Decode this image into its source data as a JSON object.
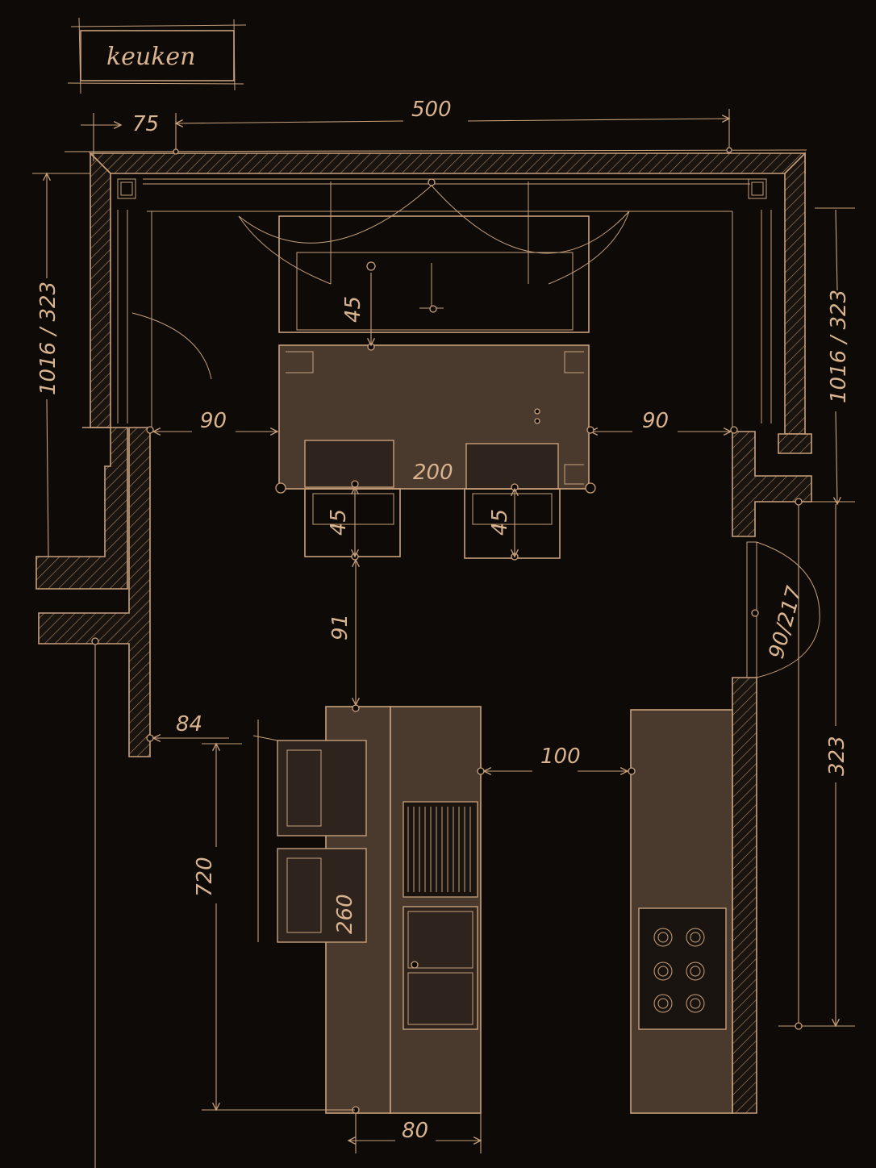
{
  "title": "keuken",
  "colors": {
    "background": "#0d0a08",
    "ink": "#c8a07a",
    "counter": "#4a3a2e"
  },
  "dimensions": {
    "top_width": "500",
    "top_offset": "75",
    "left_height": "1016 / 323",
    "right_height": "1016 / 323",
    "window_depth": "45",
    "left_clearance": "90",
    "right_clearance": "90",
    "island_width": "200",
    "stool_left_depth": "45",
    "stool_right_depth": "45",
    "aisle_gap": "91",
    "wall_offset": "84",
    "counter_gap": "100",
    "door": "90/217",
    "right_segment": "323",
    "run_length": "720",
    "tall_unit": "260",
    "counter_width": "80"
  }
}
